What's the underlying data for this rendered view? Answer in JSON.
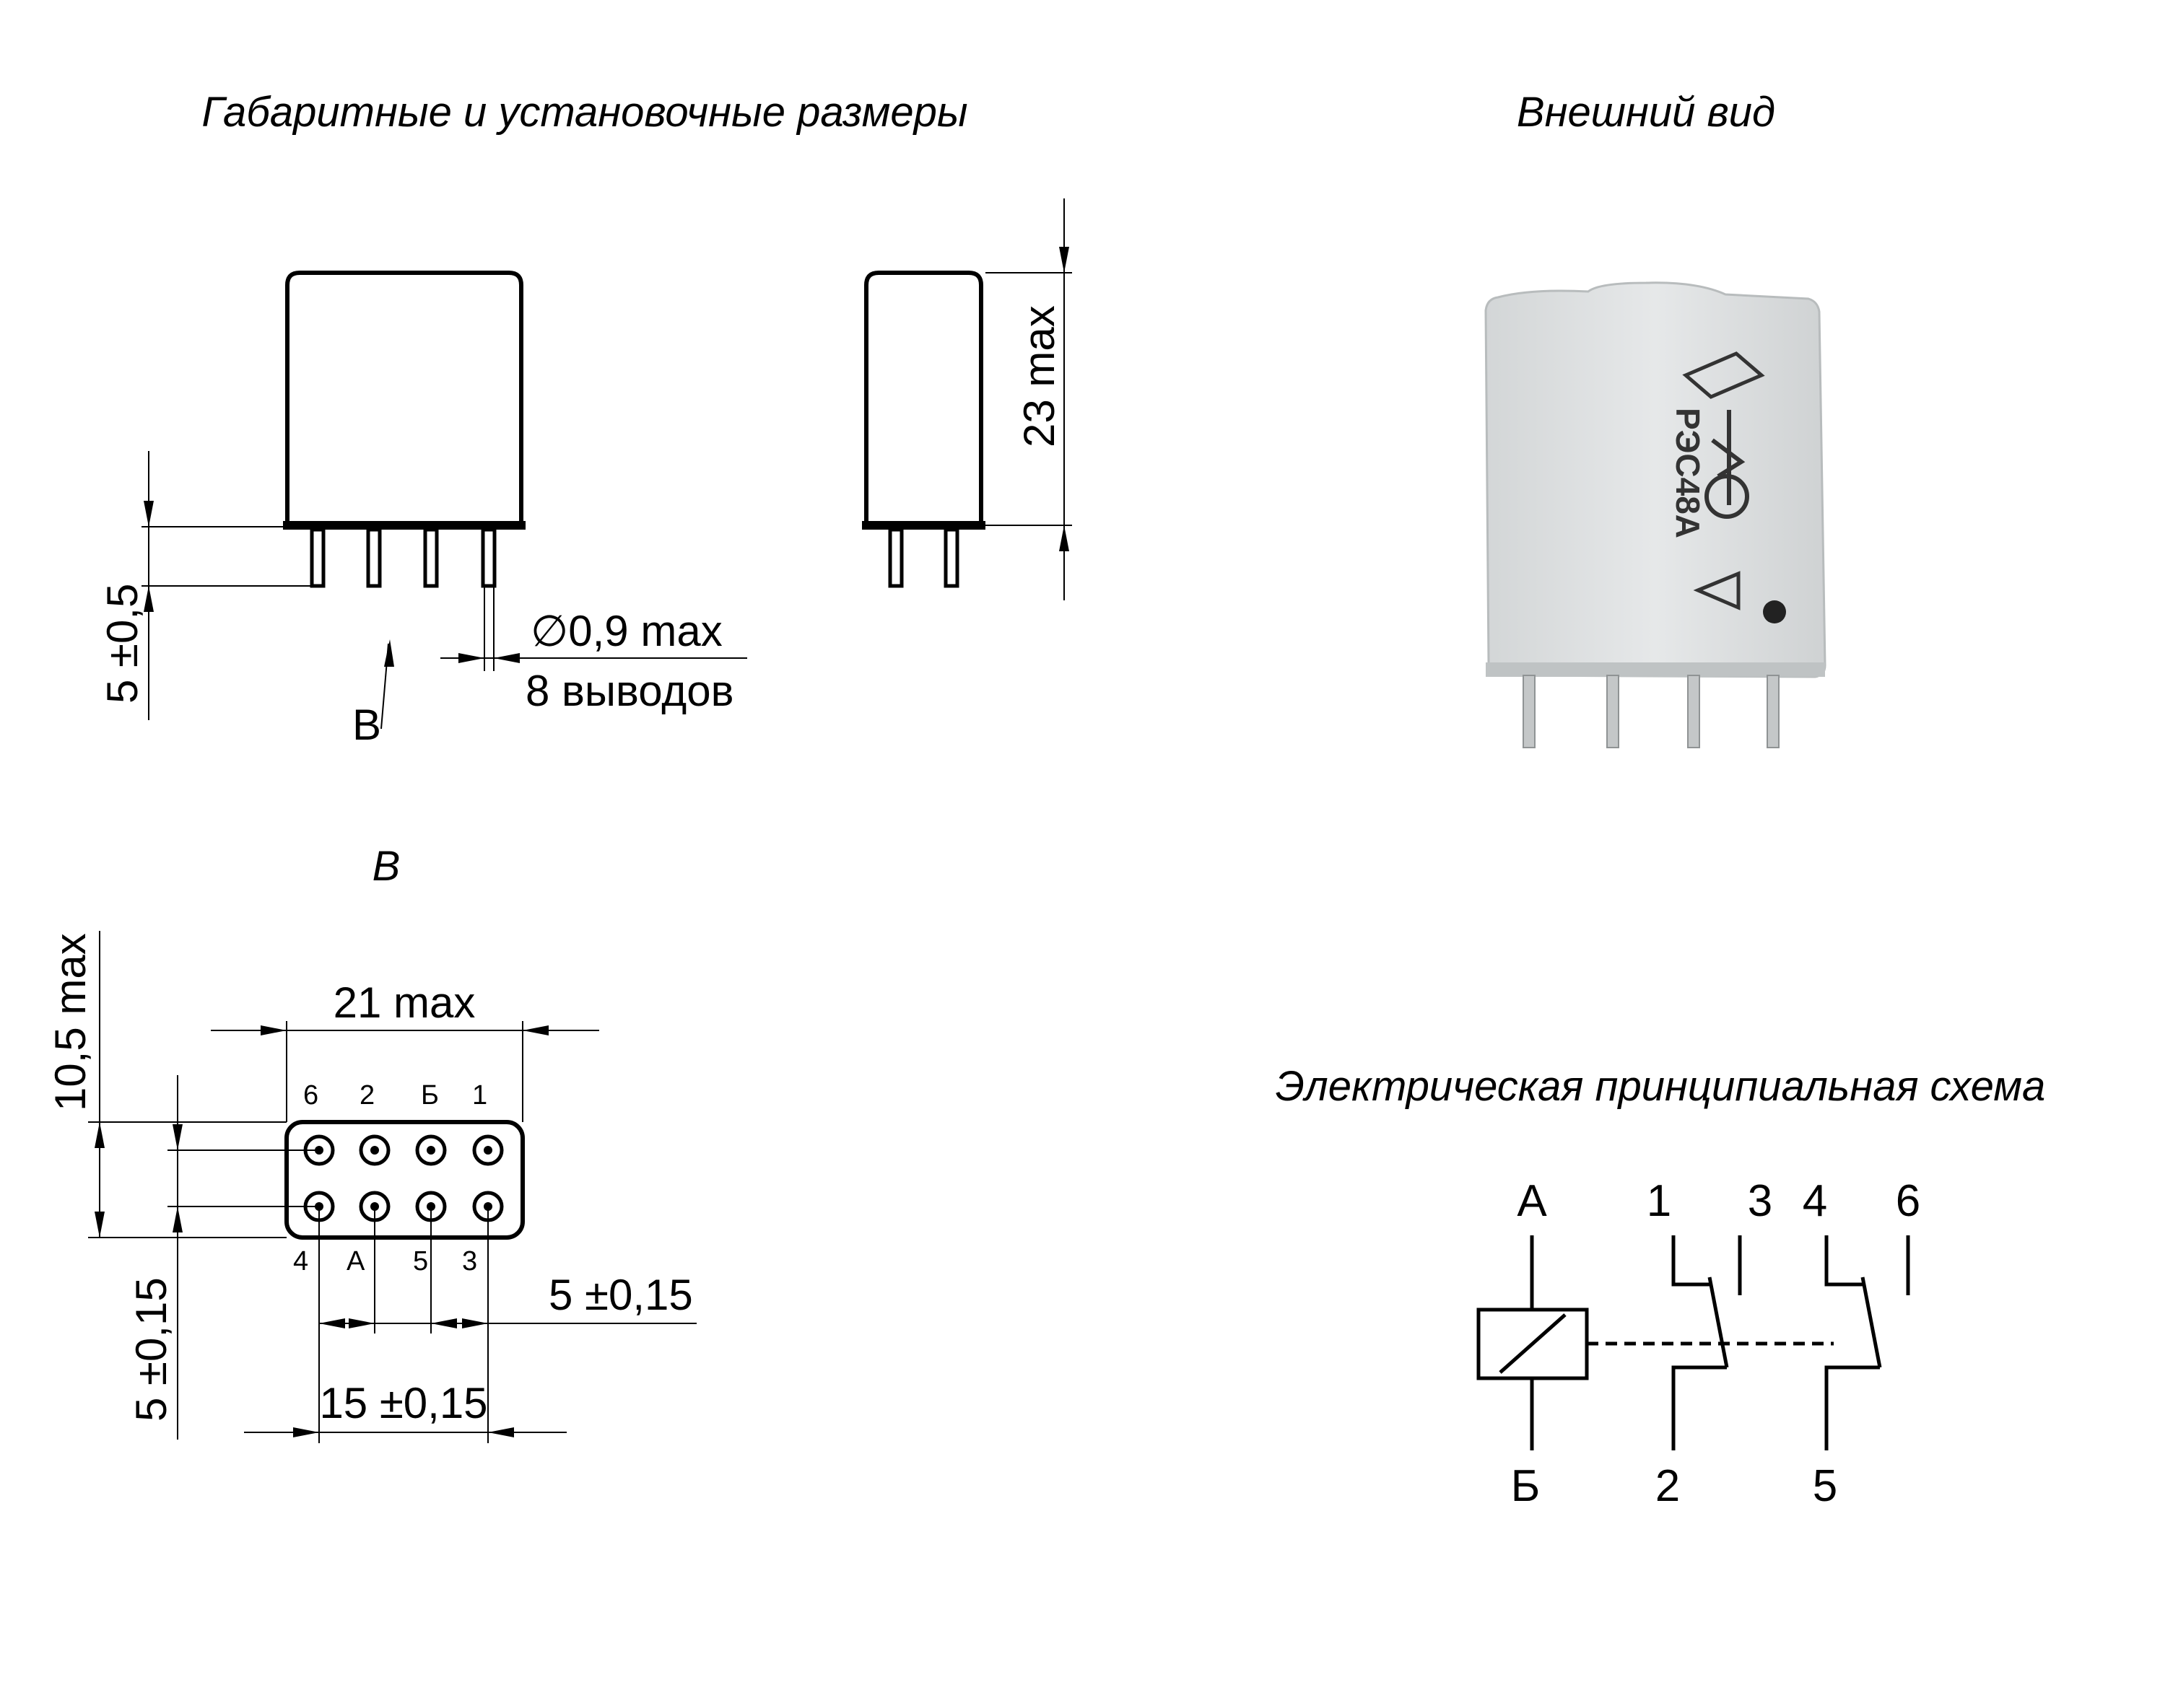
{
  "titles": {
    "dimensions": "Габаритные и установочные размеры",
    "appearance": "Внешний вид",
    "view_b": "В",
    "schematic": "Электрическая принципиальная схема"
  },
  "dimensions": {
    "height": "23 max",
    "pin_length": "5 ±0,5",
    "pin_diameter": "∅0,9 max",
    "pin_count": "8 выводов",
    "view_arrow": "В",
    "width": "21 max",
    "depth": "10,5 max",
    "row_pitch": "5 ±0,15",
    "pin_pitch": "5 ±0,15",
    "pin_span": "15 ±0,15"
  },
  "pins": {
    "top_row": [
      "6",
      "2",
      "Б",
      "1"
    ],
    "bottom_row": [
      "4",
      "А",
      "5",
      "3"
    ]
  },
  "photo": {
    "marking": "РЭС48А"
  },
  "schematic": {
    "top_labels": [
      "А",
      "1",
      "3",
      "4",
      "6"
    ],
    "bottom_labels": [
      "Б",
      "2",
      "5"
    ]
  }
}
